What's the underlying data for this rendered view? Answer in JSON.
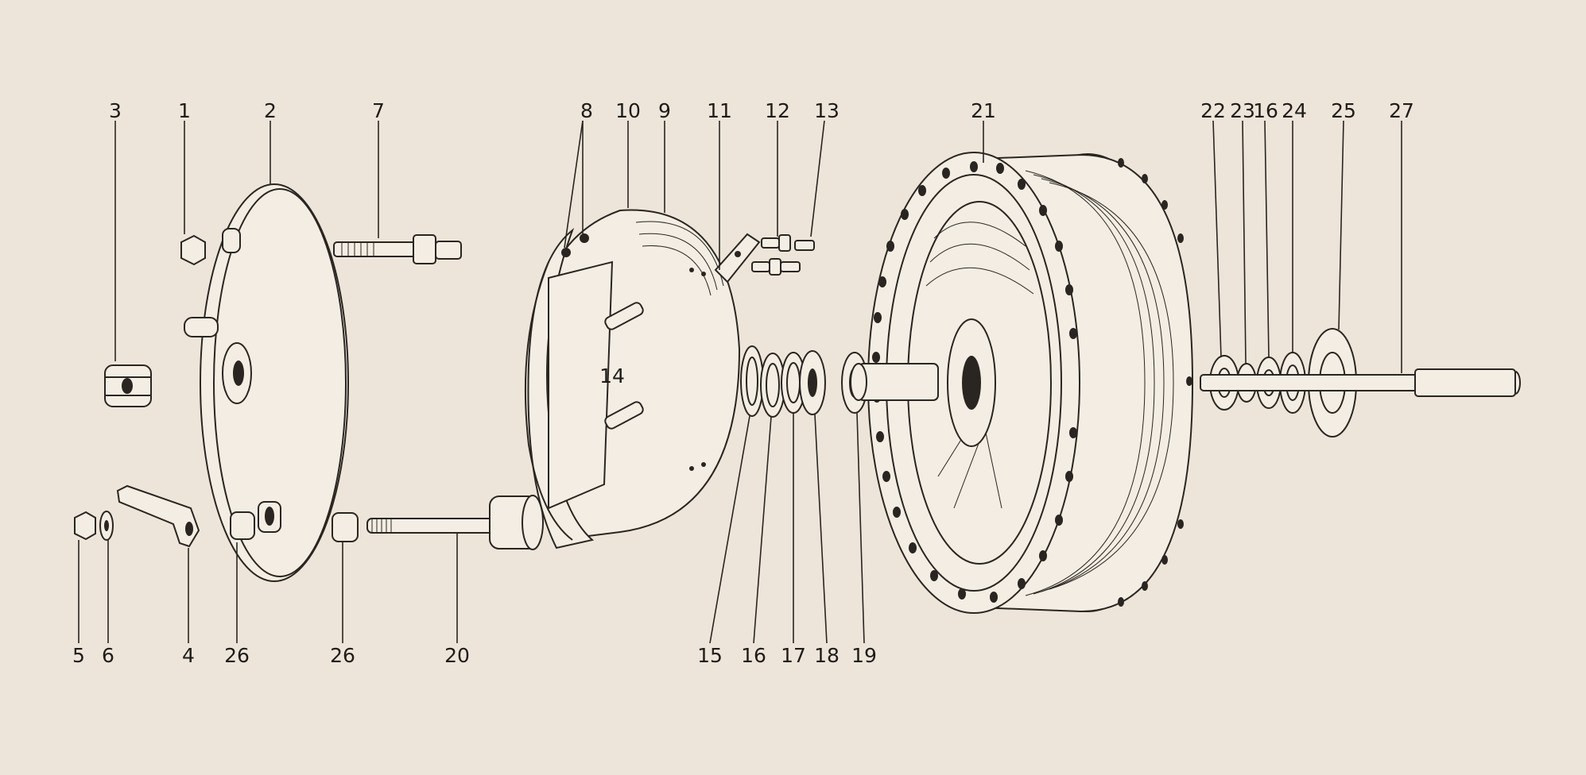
{
  "diagram": {
    "callouts": [
      {
        "id": "3",
        "text": "3"
      },
      {
        "id": "1",
        "text": "1"
      },
      {
        "id": "2",
        "text": "2"
      },
      {
        "id": "7",
        "text": "7"
      },
      {
        "id": "8",
        "text": "8"
      },
      {
        "id": "10",
        "text": "10"
      },
      {
        "id": "9",
        "text": "9"
      },
      {
        "id": "11",
        "text": "11"
      },
      {
        "id": "12",
        "text": "12"
      },
      {
        "id": "13",
        "text": "13"
      },
      {
        "id": "21",
        "text": "21"
      },
      {
        "id": "22",
        "text": "22"
      },
      {
        "id": "23",
        "text": "23"
      },
      {
        "id": "16a",
        "text": "16"
      },
      {
        "id": "24",
        "text": "24"
      },
      {
        "id": "25",
        "text": "25"
      },
      {
        "id": "27",
        "text": "27"
      },
      {
        "id": "14",
        "text": "14"
      },
      {
        "id": "5",
        "text": "5"
      },
      {
        "id": "6",
        "text": "6"
      },
      {
        "id": "4",
        "text": "4"
      },
      {
        "id": "26a",
        "text": "26"
      },
      {
        "id": "26b",
        "text": "26"
      },
      {
        "id": "20",
        "text": "20"
      },
      {
        "id": "15",
        "text": "15"
      },
      {
        "id": "16b",
        "text": "16"
      },
      {
        "id": "17",
        "text": "17"
      },
      {
        "id": "18",
        "text": "18"
      },
      {
        "id": "19",
        "text": "19"
      }
    ]
  }
}
